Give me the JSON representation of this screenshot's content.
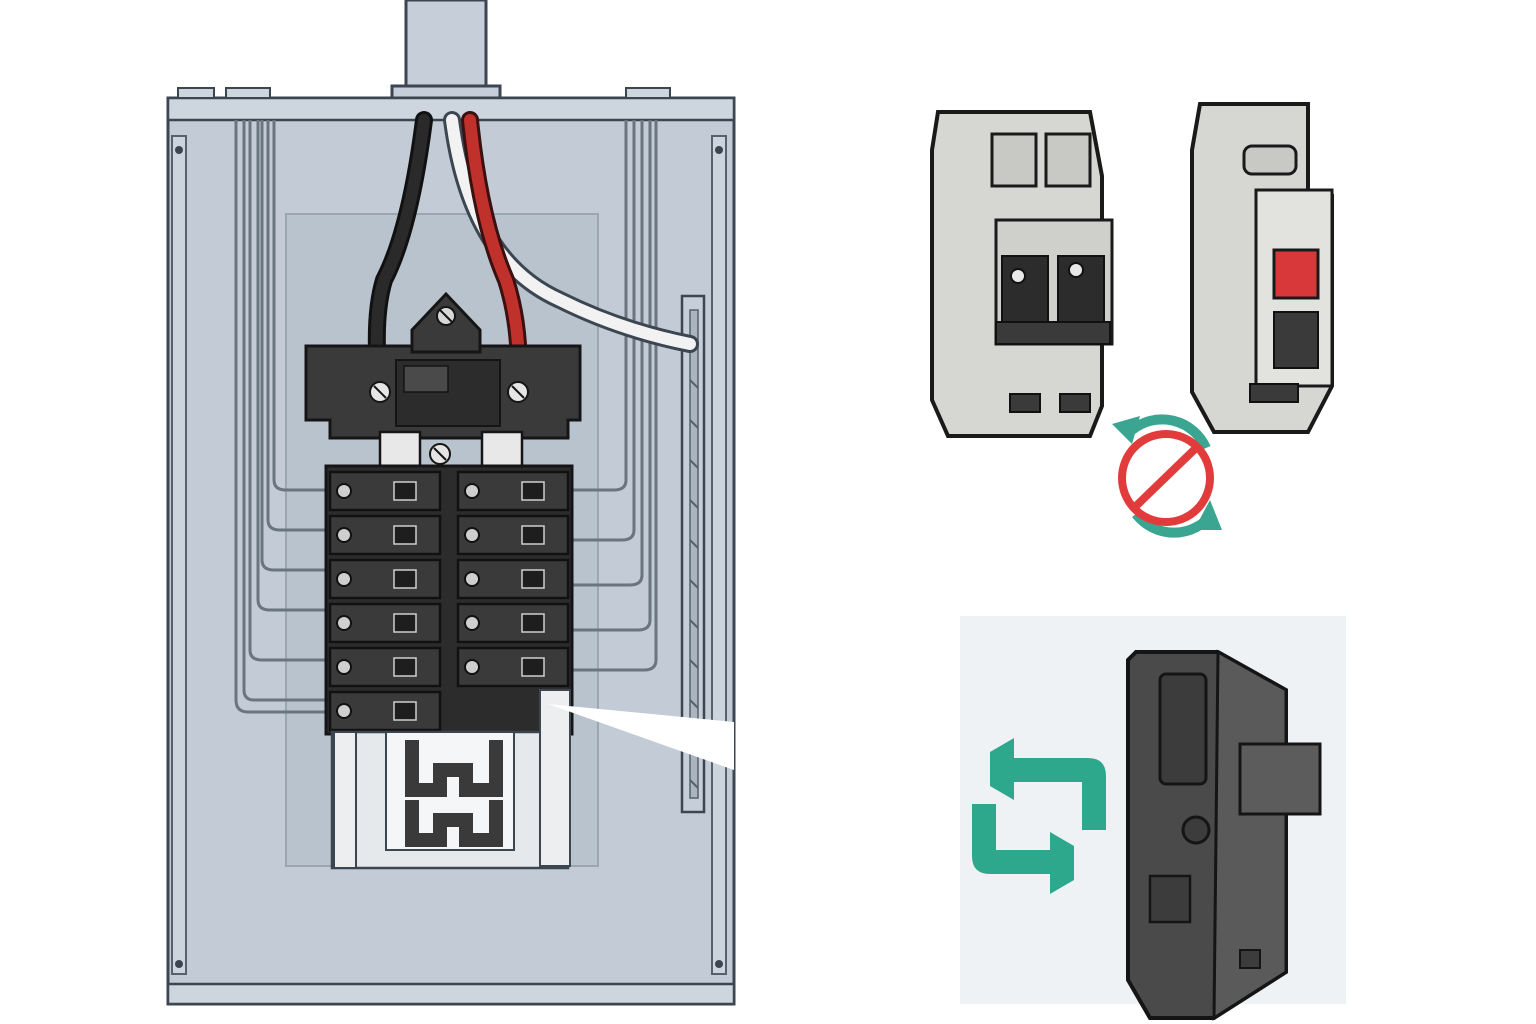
{
  "illustration": {
    "panel": {
      "wire_colors": {
        "hot_black": "#1e1e1e",
        "hot_red": "#c0312b",
        "neutral_white": "#f2f2f2"
      },
      "enclosure_color": "#c3ccd6",
      "interior_color": "#b8c3ce",
      "breaker_color": "#3a3a3a",
      "breaker_rows": 6,
      "breaker_columns": 2
    },
    "incompatible_pair": {
      "left": "double-pole-breaker-gray",
      "right": "din-rail-breaker-red-indicator",
      "indicator_color": "#d9383a",
      "symbol": "no-swap-icon",
      "symbol_color": "#e23b3b",
      "arrow_color": "#3aa590"
    },
    "compatible_replacement": {
      "breaker": "plug-in-breaker-dark",
      "symbol": "swap-icon",
      "arrow_color": "#2ea88c",
      "background": "#eef2f5"
    }
  }
}
